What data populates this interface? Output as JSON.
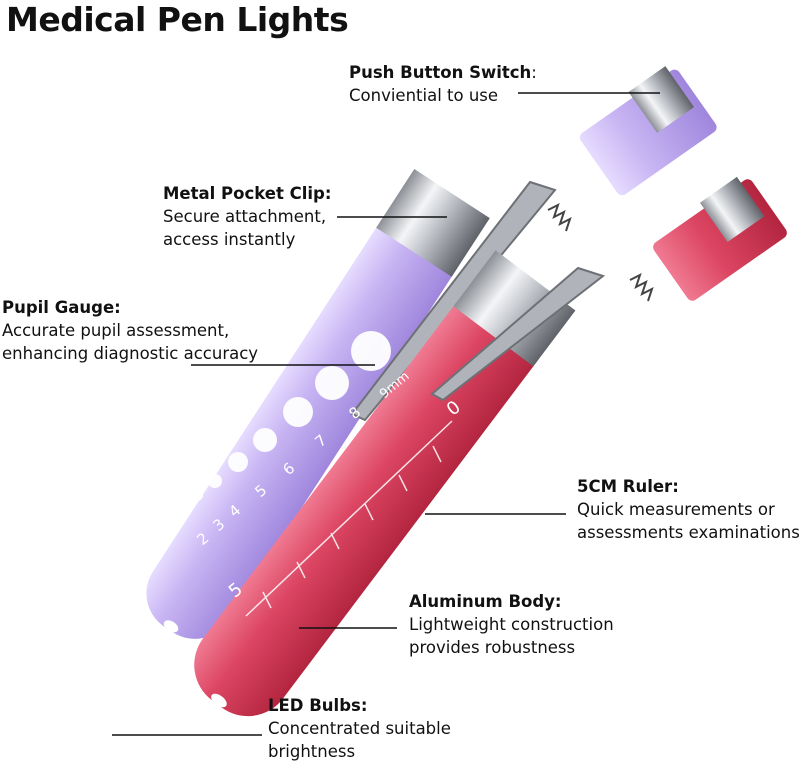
{
  "title": "Medical Pen Lights",
  "callouts": {
    "push": {
      "heading": "Push Button Switch",
      "suffix": ":",
      "lines": [
        "Conviential to use"
      ]
    },
    "clip": {
      "heading": "Metal Pocket Clip:",
      "lines": [
        "Secure attachment,",
        "access instantly"
      ]
    },
    "gauge": {
      "heading": "Pupil Gauge:",
      "lines": [
        "Accurate pupil assessment,",
        "enhancing diagnostic accuracy"
      ]
    },
    "ruler": {
      "heading": "5CM Ruler:",
      "lines": [
        "Quick measurements or",
        "assessments examinations"
      ]
    },
    "body": {
      "heading": "Aluminum Body:",
      "lines": [
        "Lightweight construction",
        "provides robustness"
      ]
    },
    "led": {
      "heading": "LED Bulbs:",
      "lines": [
        "Concentrated suitable",
        "brightness"
      ]
    }
  },
  "gauge_marks": [
    "2",
    "3",
    "4",
    "5",
    "6",
    "7",
    "8",
    "9mm"
  ],
  "ruler_marks": [
    "0",
    "5"
  ],
  "colors": {
    "purple_pen": "#c9b6f2",
    "red_pen": "#d9405f",
    "chrome": "#cfd2d6",
    "leader_line": "#111111"
  }
}
